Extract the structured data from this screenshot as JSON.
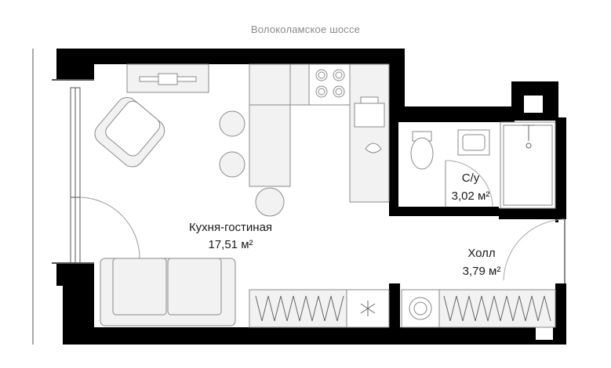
{
  "street_label": "Волоколамское шоссе",
  "rooms": {
    "living": {
      "name": "Кухня-гостиная",
      "area": "17,51 м²"
    },
    "bath": {
      "name": "С/у",
      "area": "3,02 м²"
    },
    "hall": {
      "name": "Холл",
      "area": "3,79 м²"
    }
  },
  "colors": {
    "wall": "#000000",
    "furniture_stroke": "#8a8a8a",
    "furniture_fill": "#f2f2f2",
    "text": "#1a1a1a",
    "street": "#8a8a8a"
  }
}
